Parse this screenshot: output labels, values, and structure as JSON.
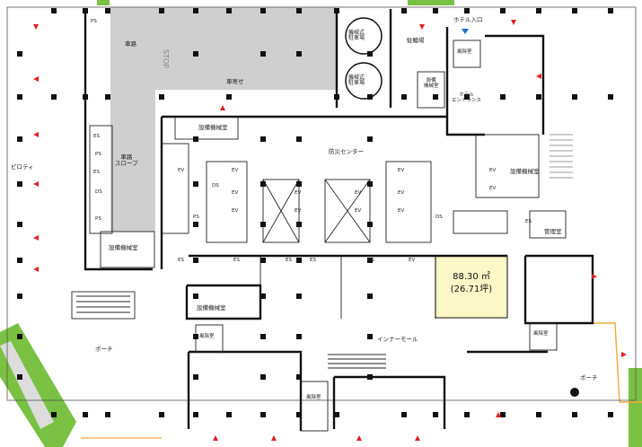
{
  "rooms": {
    "machine_parking_1": "機械式\n駐車場",
    "machine_parking_2": "機械式\n駐車場",
    "bicycle_parking": "駐輪場",
    "equipment_room_small": "設備\n機械室",
    "drive_path": "車路",
    "car_stop": "車寄せ",
    "stop_marking": "STOP",
    "ramp": "車路\nスロープ",
    "equipment_room_left": "設備機械室",
    "equipment_room_top": "設備機械室",
    "disaster_center": "防災センター",
    "equipment_room_right": "設備機械室",
    "management_room": "管理室",
    "hotel_entrance_hall": "ホテル\nエントランス",
    "hotel_entrance": "ホテル入口",
    "wind_room_top": "風除室",
    "piloti": "ピロティ",
    "porch_left": "ポーチ",
    "inner_mall": "インナーモール",
    "porch_right": "ポーチ",
    "equipment_room_mid": "設備機械室",
    "wind_room_1": "風除室",
    "wind_room_2": "風除室",
    "wind_room_3": "風除室"
  },
  "shafts": [
    "PS",
    "ES",
    "PS",
    "ES",
    "DS",
    "PS",
    "PS",
    "DS",
    "DS",
    "EV",
    "EV",
    "EV",
    "EV",
    "EV",
    "EV",
    "EV",
    "EV",
    "EV",
    "EV",
    "EV",
    "EV",
    "EV",
    "ES",
    "ES",
    "ES",
    "ES",
    "ES",
    "ES",
    "EV"
  ],
  "highlight_unit": {
    "area_m2": "88.30 ㎡",
    "area_tsubo": "(26.71坪)",
    "fill": "#fbf7c6"
  },
  "colors": {
    "wall": "#111111",
    "column": "#111111",
    "gray_zone": "#cfcfcf",
    "green_zone": "#7ac143",
    "orange_line": "#f2a93b",
    "entrance_marker": "#e02020",
    "hotel_marker": "#1a6fd1",
    "highlight_border": "#333333"
  }
}
